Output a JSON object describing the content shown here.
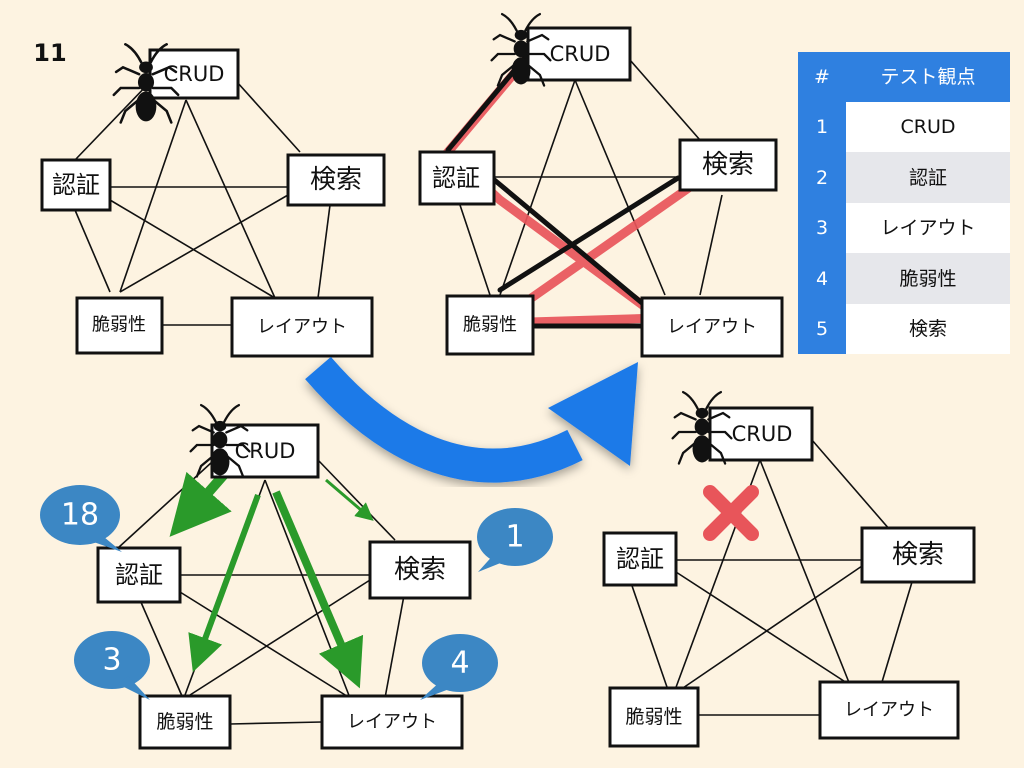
{
  "slide": {
    "page_number": "11"
  },
  "nodes": {
    "crud": "CRUD",
    "auth": "認証",
    "search": "検索",
    "vuln": "脆弱性",
    "layout": "レイアウト"
  },
  "bubbles": {
    "auth": "18",
    "search": "1",
    "vuln": "3",
    "layout": "4"
  },
  "table": {
    "header": [
      "#",
      "テスト観点"
    ],
    "rows": [
      [
        "1",
        "CRUD"
      ],
      [
        "2",
        "認証"
      ],
      [
        "3",
        "レイアウト"
      ],
      [
        "4",
        "脆弱性"
      ],
      [
        "5",
        "検索"
      ]
    ]
  },
  "icons": {
    "bug": "ant-bug-icon",
    "cross": "x-mark-icon",
    "flow": "curved-arrow-icon"
  },
  "colors": {
    "background": "#fdf3e1",
    "red_path": "#e8555a",
    "green_arrow": "#2a9a2a",
    "blue_arrow": "#1f7ae8",
    "bubble": "#3c87c4",
    "table_header": "#2f80e0",
    "table_row_alt": "#e6e7eb"
  }
}
